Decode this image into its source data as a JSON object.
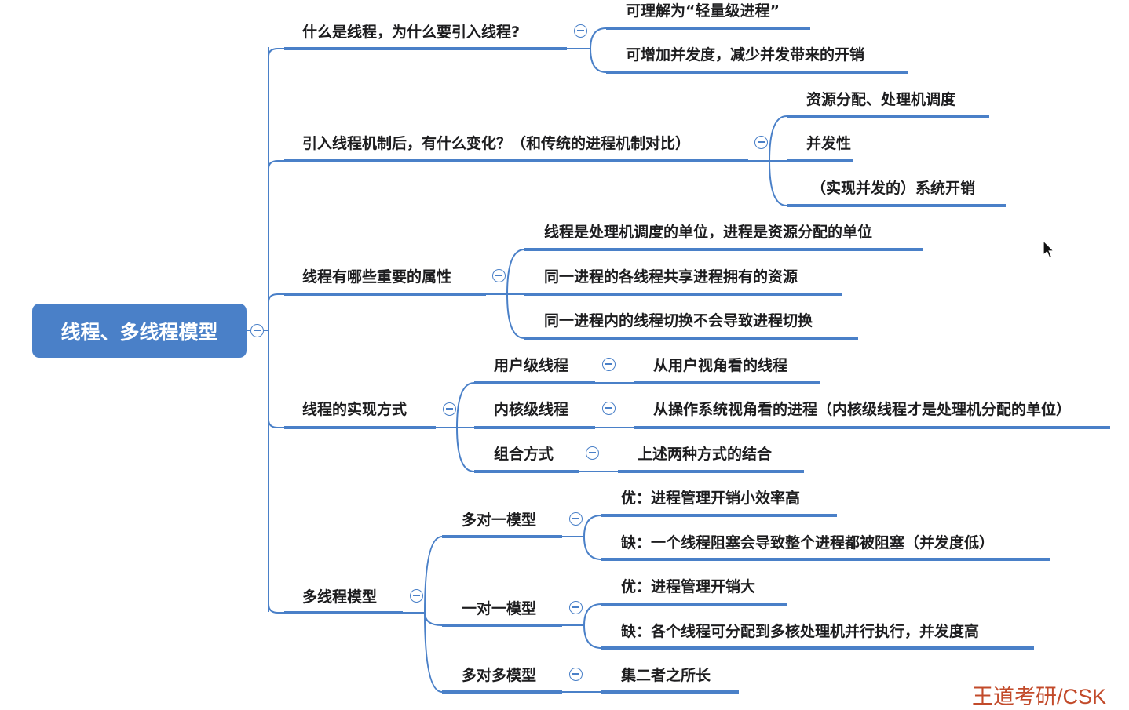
{
  "root": {
    "label": "线程、多线程模型"
  },
  "branches": {
    "b1": {
      "label": "什么是线程，为什么要引入线程?",
      "children": [
        "可理解为“轻量级进程”",
        "可增加并发度，减少并发带来的开销"
      ]
    },
    "b2": {
      "label": "引入线程机制后，有什么变化？（和传统的进程机制对比）",
      "children": [
        "资源分配、处理机调度",
        "并发性",
        "（实现并发的）系统开销"
      ]
    },
    "b3": {
      "label": "线程有哪些重要的属性",
      "children": [
        "线程是处理机调度的单位，进程是资源分配的单位",
        "同一进程的各线程共享进程拥有的资源",
        "同一进程内的线程切换不会导致进程切换"
      ]
    },
    "b4": {
      "label": "线程的实现方式",
      "subs": [
        {
          "label": "用户级线程",
          "children": [
            "从用户视角看的线程"
          ]
        },
        {
          "label": "内核级线程",
          "children": [
            "从操作系统视角看的进程（内核级线程才是处理机分配的单位）"
          ]
        },
        {
          "label": "组合方式",
          "children": [
            "上述两种方式的结合"
          ]
        }
      ]
    },
    "b5": {
      "label": "多线程模型",
      "subs": [
        {
          "label": "多对一模型",
          "children": [
            "优：进程管理开销小效率高",
            "缺：一个线程阻塞会导致整个进程都被阻塞（并发度低）"
          ]
        },
        {
          "label": "一对一模型",
          "children": [
            "优：进程管理开销大",
            "缺：各个线程可分配到多核处理机并行执行，并发度高"
          ]
        },
        {
          "label": "多对多模型",
          "children": [
            "集二者之所长"
          ]
        }
      ]
    }
  },
  "watermark": "王道考研/CSK",
  "colors": {
    "accent": "#4a80c8",
    "watermark": "#c24a2a",
    "text": "#1d1d1f"
  },
  "icons": {
    "toggle": "collapse-toggle-icon",
    "cursor": "mouse-cursor-icon"
  }
}
